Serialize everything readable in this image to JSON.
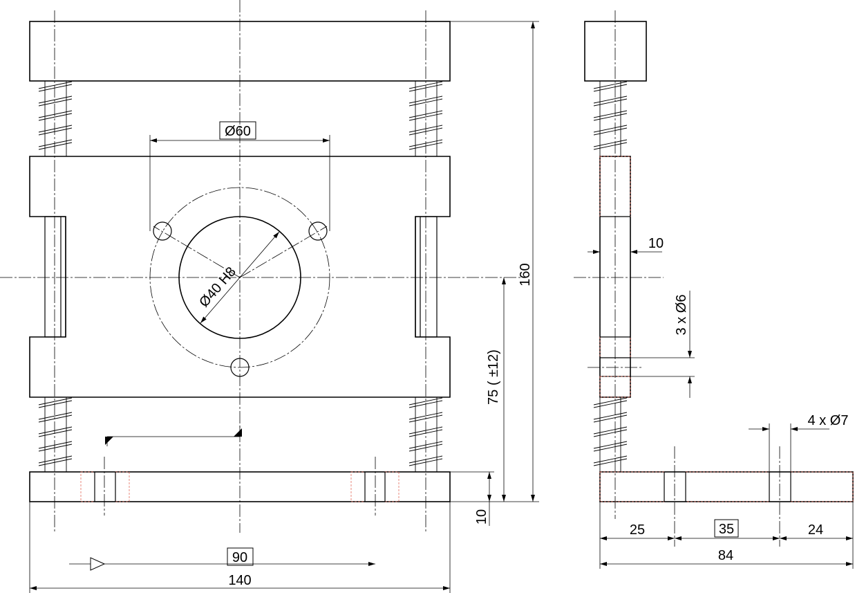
{
  "front_view": {
    "dim_bolt_circle": "Ø60",
    "dim_bore": "Ø40 H8",
    "dim_height_total": "160",
    "dim_center_height": "75 ( ±12)",
    "dim_base_thickness": "10",
    "dim_hole_spacing": "90",
    "dim_width": "140"
  },
  "side_view": {
    "dim_wall": "10",
    "dim_holes_small": "3 x Ø6",
    "dim_holes_large": "4 x Ø7",
    "dim_left": "25",
    "dim_middle": "35",
    "dim_right": "24",
    "dim_total": "84"
  },
  "colors": {
    "lines": "#000000",
    "section_hatch": "#e36a5a"
  }
}
